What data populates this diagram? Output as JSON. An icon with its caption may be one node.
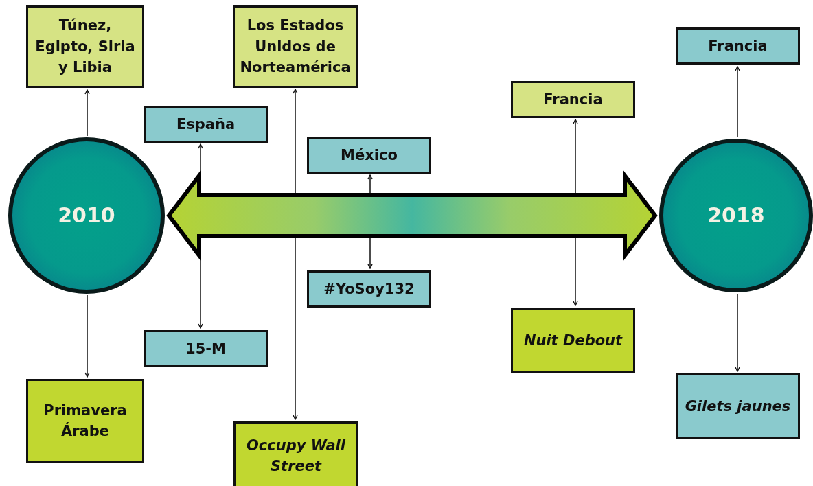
{
  "diagram": {
    "nodes": [
      {
        "text": [
          "Túnez, Egipto, Siria y Libia"
        ]
      },
      {
        "text": [
          "Los Estados Unidos de Norteamérica"
        ]
      },
      {
        "text": [
          "Francia"
        ]
      },
      {
        "text": [
          "España"
        ]
      },
      {
        "text": [
          "Francia"
        ]
      },
      {
        "text": [
          "México"
        ]
      },
      {
        "text": [
          "2010"
        ]
      },
      {
        "text": [
          "2018"
        ]
      },
      {
        "text": [
          "#YoSoy132"
        ]
      },
      {
        "text": [
          "Nuit Debout"
        ]
      },
      {
        "text": [
          "15-M"
        ]
      },
      {
        "text": [
          "Gilets jaunes"
        ]
      },
      {
        "text": [
          "Primavera Árabe"
        ]
      },
      {
        "text": [
          "Occupy Wall Street"
        ]
      }
    ],
    "edges": [
      {
        "from": 6,
        "to": 0,
        "arrow": "to"
      },
      {
        "from": 6,
        "to": 12,
        "arrow": "to"
      },
      {
        "from": 7,
        "to": 2,
        "arrow": "to"
      },
      {
        "from": 7,
        "to": 11,
        "arrow": "to"
      },
      {
        "from": 3,
        "to": 10,
        "arrow": "both"
      },
      {
        "from": 1,
        "to": 13,
        "arrow": "both"
      },
      {
        "from": 5,
        "to": 8,
        "arrow": "both"
      },
      {
        "from": 4,
        "to": 9,
        "arrow": "both"
      },
      {
        "from": 6,
        "to": 7,
        "arrow": "both",
        "style": "thick"
      }
    ]
  }
}
